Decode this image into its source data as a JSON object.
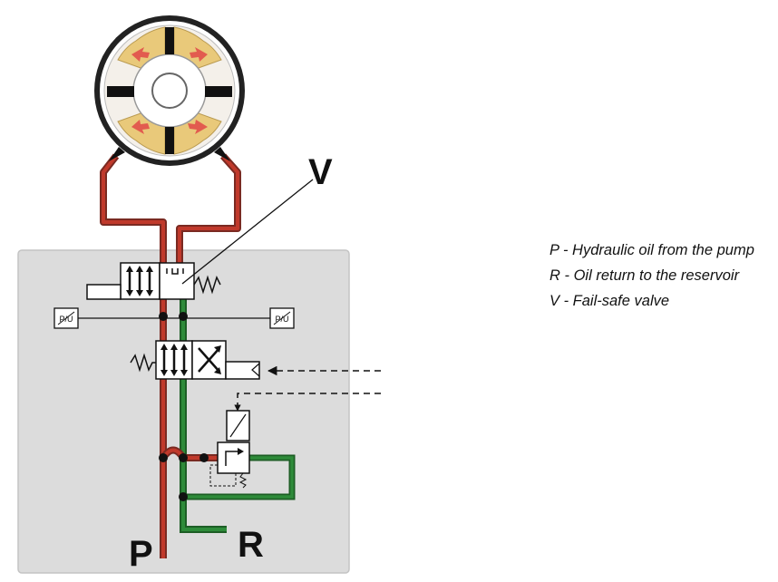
{
  "labels": {
    "valve_marker": "V",
    "pressure_port": "P",
    "return_port": "R"
  },
  "sensor_symbol_text": "P/U",
  "legend": [
    "P - Hydraulic oil from the pump",
    "R - Oil return to the reservoir",
    "V - Fail-safe valve"
  ],
  "colors": {
    "pressure_line": "#c0392b",
    "return_line": "#2e8b3a",
    "manifold_block": "#dcdcdc",
    "motor_chamber": "#e9c97a",
    "motor_arrows": "#e25b4f"
  }
}
